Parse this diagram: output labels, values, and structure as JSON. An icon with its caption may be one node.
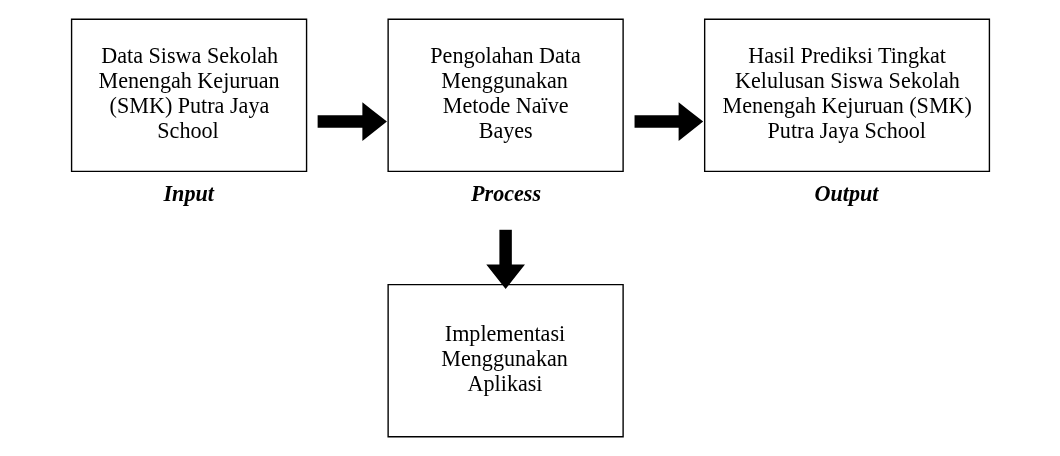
{
  "diagram": {
    "nodes": [
      {
        "text": [
          "Data Siswa Sekolah Menengah Kejuruan (SMK) Putra Jaya School"
        ],
        "beside": [
          "Input"
        ]
      },
      {
        "text": [
          "Pengolahan Data Menggunakan Metode Naïve Bayes"
        ],
        "beside": [
          "Process"
        ]
      },
      {
        "text": [
          "Hasil Prediksi Tingkat Kelulusan Siswa Sekolah Menengah Kejuruan (SMK) Putra Jaya School"
        ],
        "beside": [
          "Output"
        ]
      },
      {
        "text": [
          "Implementasi Menggunakan Aplikasi"
        ]
      }
    ],
    "edges": [
      {
        "from": 0,
        "to": 1,
        "arrow": "to"
      },
      {
        "from": 1,
        "to": 2,
        "arrow": "to"
      },
      {
        "from": 1,
        "to": 3,
        "arrow": "to"
      }
    ]
  }
}
